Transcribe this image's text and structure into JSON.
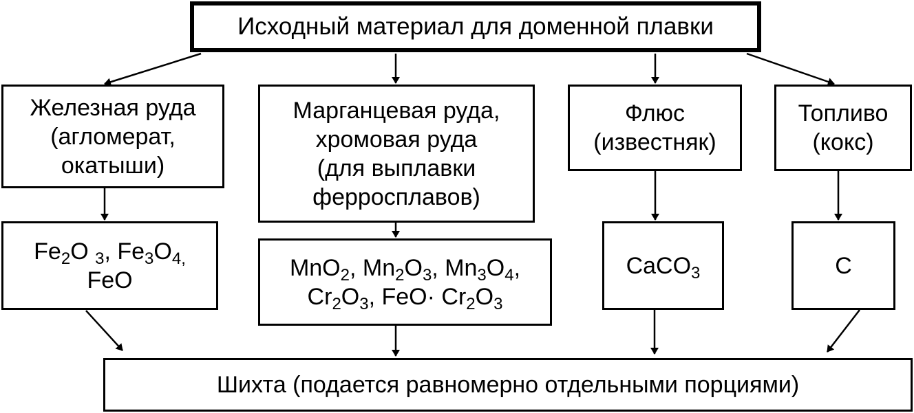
{
  "title": "Исходный материал для доменной плавки",
  "categories": [
    {
      "id": "iron-ore",
      "lines": [
        "Железная руда",
        "(агломерат,",
        "окатыши)"
      ]
    },
    {
      "id": "manganese-chrome-ore",
      "lines": [
        "Марганцевая руда,",
        "хромовая руда",
        "(для выплавки",
        "ферросплавов)"
      ]
    },
    {
      "id": "flux",
      "lines": [
        "Флюс",
        "(известняк)"
      ]
    },
    {
      "id": "fuel",
      "lines": [
        "Топливо",
        "(кокс)"
      ]
    }
  ],
  "compounds": [
    {
      "id": "iron-oxides",
      "lines": [
        [
          [
            "Fe",
            ""
          ],
          [
            "2",
            "sub"
          ],
          [
            "O ",
            ""
          ],
          [
            "3",
            "sub"
          ],
          [
            ", Fe",
            ""
          ],
          [
            "3",
            "sub"
          ],
          [
            "O",
            ""
          ],
          [
            "4,",
            "sub"
          ]
        ],
        [
          [
            "FeO",
            ""
          ]
        ]
      ]
    },
    {
      "id": "mn-cr-oxides",
      "lines": [
        [
          [
            "MnO",
            ""
          ],
          [
            "2",
            "sub"
          ],
          [
            ", Mn",
            ""
          ],
          [
            "2",
            "sub"
          ],
          [
            "O",
            ""
          ],
          [
            "3",
            "sub"
          ],
          [
            ", Mn",
            ""
          ],
          [
            "3",
            "sub"
          ],
          [
            "O",
            ""
          ],
          [
            "4",
            "sub"
          ],
          [
            ",",
            ""
          ]
        ],
        [
          [
            "Cr",
            ""
          ],
          [
            "2",
            "sub"
          ],
          [
            "O",
            ""
          ],
          [
            "3",
            "sub"
          ],
          [
            ", FeO· Cr",
            ""
          ],
          [
            "2",
            "sub"
          ],
          [
            "O",
            ""
          ],
          [
            "3",
            "sub"
          ]
        ]
      ]
    },
    {
      "id": "calcium-carbonate",
      "lines": [
        [
          [
            "CaCO",
            ""
          ],
          [
            "3",
            "sub"
          ]
        ]
      ]
    },
    {
      "id": "carbon",
      "lines": [
        [
          [
            "C",
            ""
          ]
        ]
      ]
    }
  ],
  "result": "Шихта (подается равномерно отдельными порциями)"
}
